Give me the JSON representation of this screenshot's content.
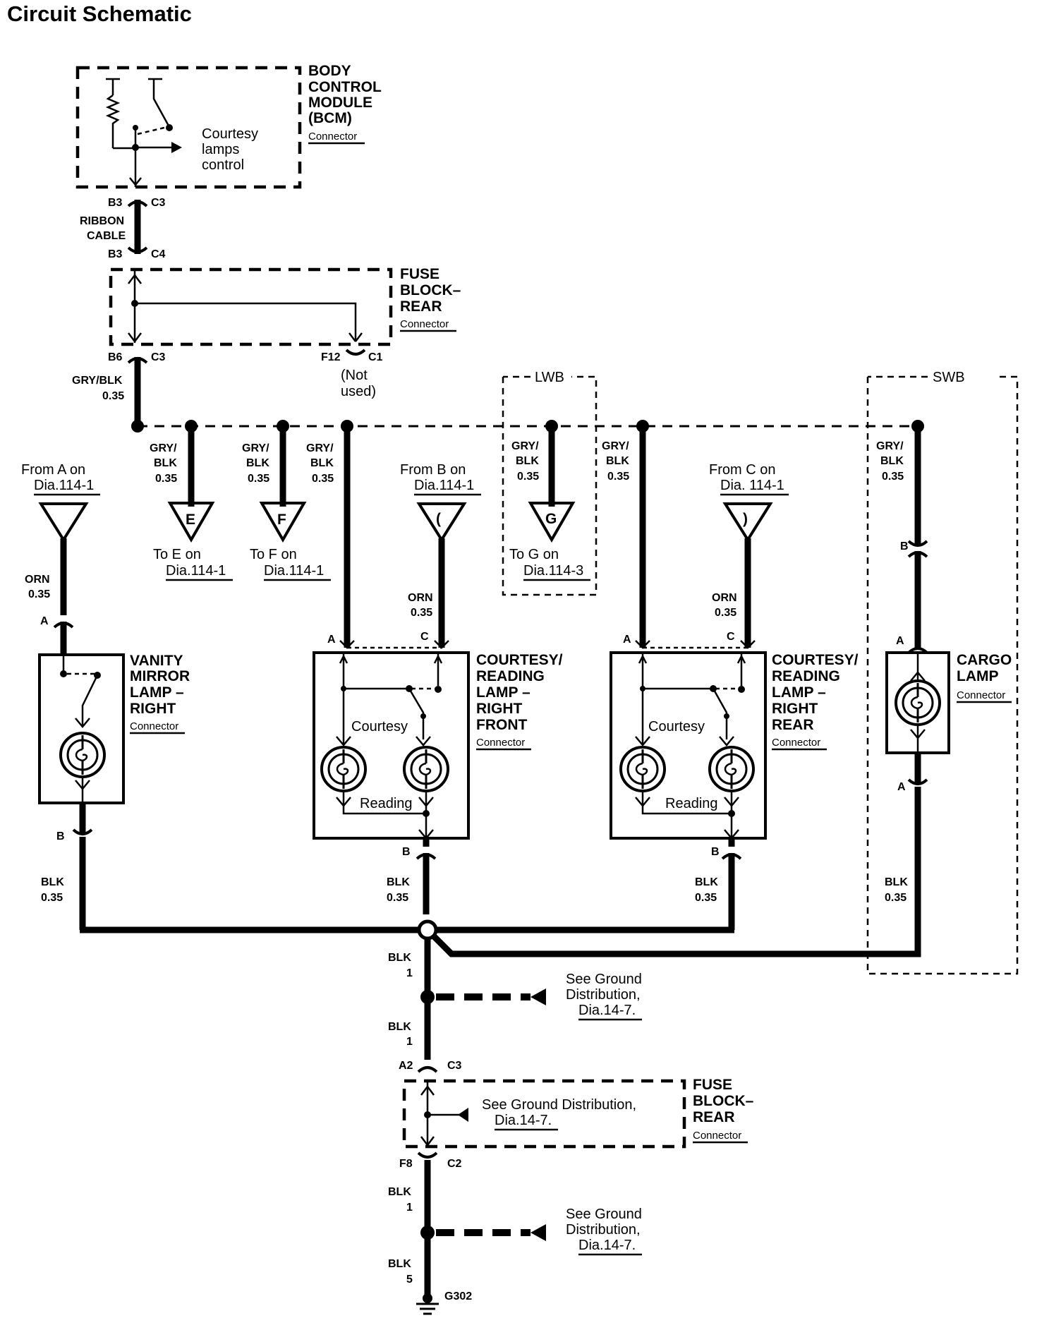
{
  "title": "Circuit Schematic",
  "bcm": {
    "name": [
      "BODY",
      "CONTROL",
      "MODULE",
      "(BCM)"
    ],
    "connector": "Connector",
    "control": [
      "Courtesy",
      "lamps",
      "control"
    ],
    "pin_top": "B3",
    "conn_top": "C3"
  },
  "ribbon": {
    "label": [
      "RIBBON",
      "CABLE"
    ],
    "pin_bottom": "B3",
    "conn_bottom": "C4"
  },
  "fuse_block_top": {
    "name": [
      "FUSE",
      "BLOCK–",
      "REAR"
    ],
    "connector": "Connector",
    "pin_out": "B6",
    "conn_out": "C3",
    "pin_unused": "F12",
    "conn_unused": "C1",
    "unused_note": [
      "(Not",
      "used)"
    ]
  },
  "main_wire": {
    "color": "GRY/BLK",
    "size": "0.35"
  },
  "bus_wires": {
    "color_top": "GRY/",
    "color_bottom": "BLK",
    "size": "0.35"
  },
  "offpage": {
    "e": {
      "letter": "E",
      "text": [
        "To E on",
        "Dia.114-1"
      ]
    },
    "f": {
      "letter": "F",
      "text": [
        "To F on",
        "Dia.114-1"
      ]
    },
    "g": {
      "letter": "G",
      "text": [
        "To G on",
        "Dia.114-3"
      ]
    },
    "a": {
      "text": [
        "From A on",
        "Dia.114-1"
      ]
    },
    "b": {
      "letter": "(",
      "text": [
        "From B on",
        "Dia.114-1"
      ]
    },
    "c": {
      "letter": ")",
      "text": [
        "From C on",
        "Dia. 114-1"
      ]
    }
  },
  "lwb": "LWB",
  "swb": "SWB",
  "orn_wire": {
    "color": "ORN",
    "size": "0.35"
  },
  "vanity": {
    "name": [
      "VANITY",
      "MIRROR",
      "LAMP –",
      "RIGHT"
    ],
    "connector": "Connector",
    "pin_a": "A",
    "pin_b": "B"
  },
  "courtesy_front": {
    "name": [
      "COURTESY/",
      "READING",
      "LAMP –",
      "RIGHT",
      "FRONT"
    ],
    "connector": "Connector",
    "courtesy": "Courtesy",
    "reading": "Reading",
    "pin_a": "A",
    "pin_c": "C",
    "pin_b": "B"
  },
  "courtesy_rear": {
    "name": [
      "COURTESY/",
      "READING",
      "LAMP –",
      "RIGHT",
      "REAR"
    ],
    "connector": "Connector",
    "courtesy": "Courtesy",
    "reading": "Reading",
    "pin_a": "A",
    "pin_c": "C",
    "pin_b": "B"
  },
  "cargo": {
    "name": [
      "CARGO",
      "LAMP"
    ],
    "connector": "Connector",
    "pin_b_top": "B",
    "pin_a": "A",
    "pin_a_bottom": "A"
  },
  "blk_wire": {
    "color": "BLK",
    "size": "0.35"
  },
  "ground_path": {
    "color": "BLK",
    "size1": "1",
    "size5": "5",
    "pin_a2": "A2",
    "conn_c3": "C3",
    "pin_f8": "F8",
    "conn_c2": "C2",
    "ground": "G302"
  },
  "ground_note": [
    "See Ground",
    "Distribution,",
    "Dia.14-7."
  ],
  "fuse_block_bottom": {
    "name": [
      "FUSE",
      "BLOCK–",
      "REAR"
    ],
    "connector": "Connector",
    "note": [
      "See Ground Distribution,",
      "Dia.14-7."
    ]
  }
}
